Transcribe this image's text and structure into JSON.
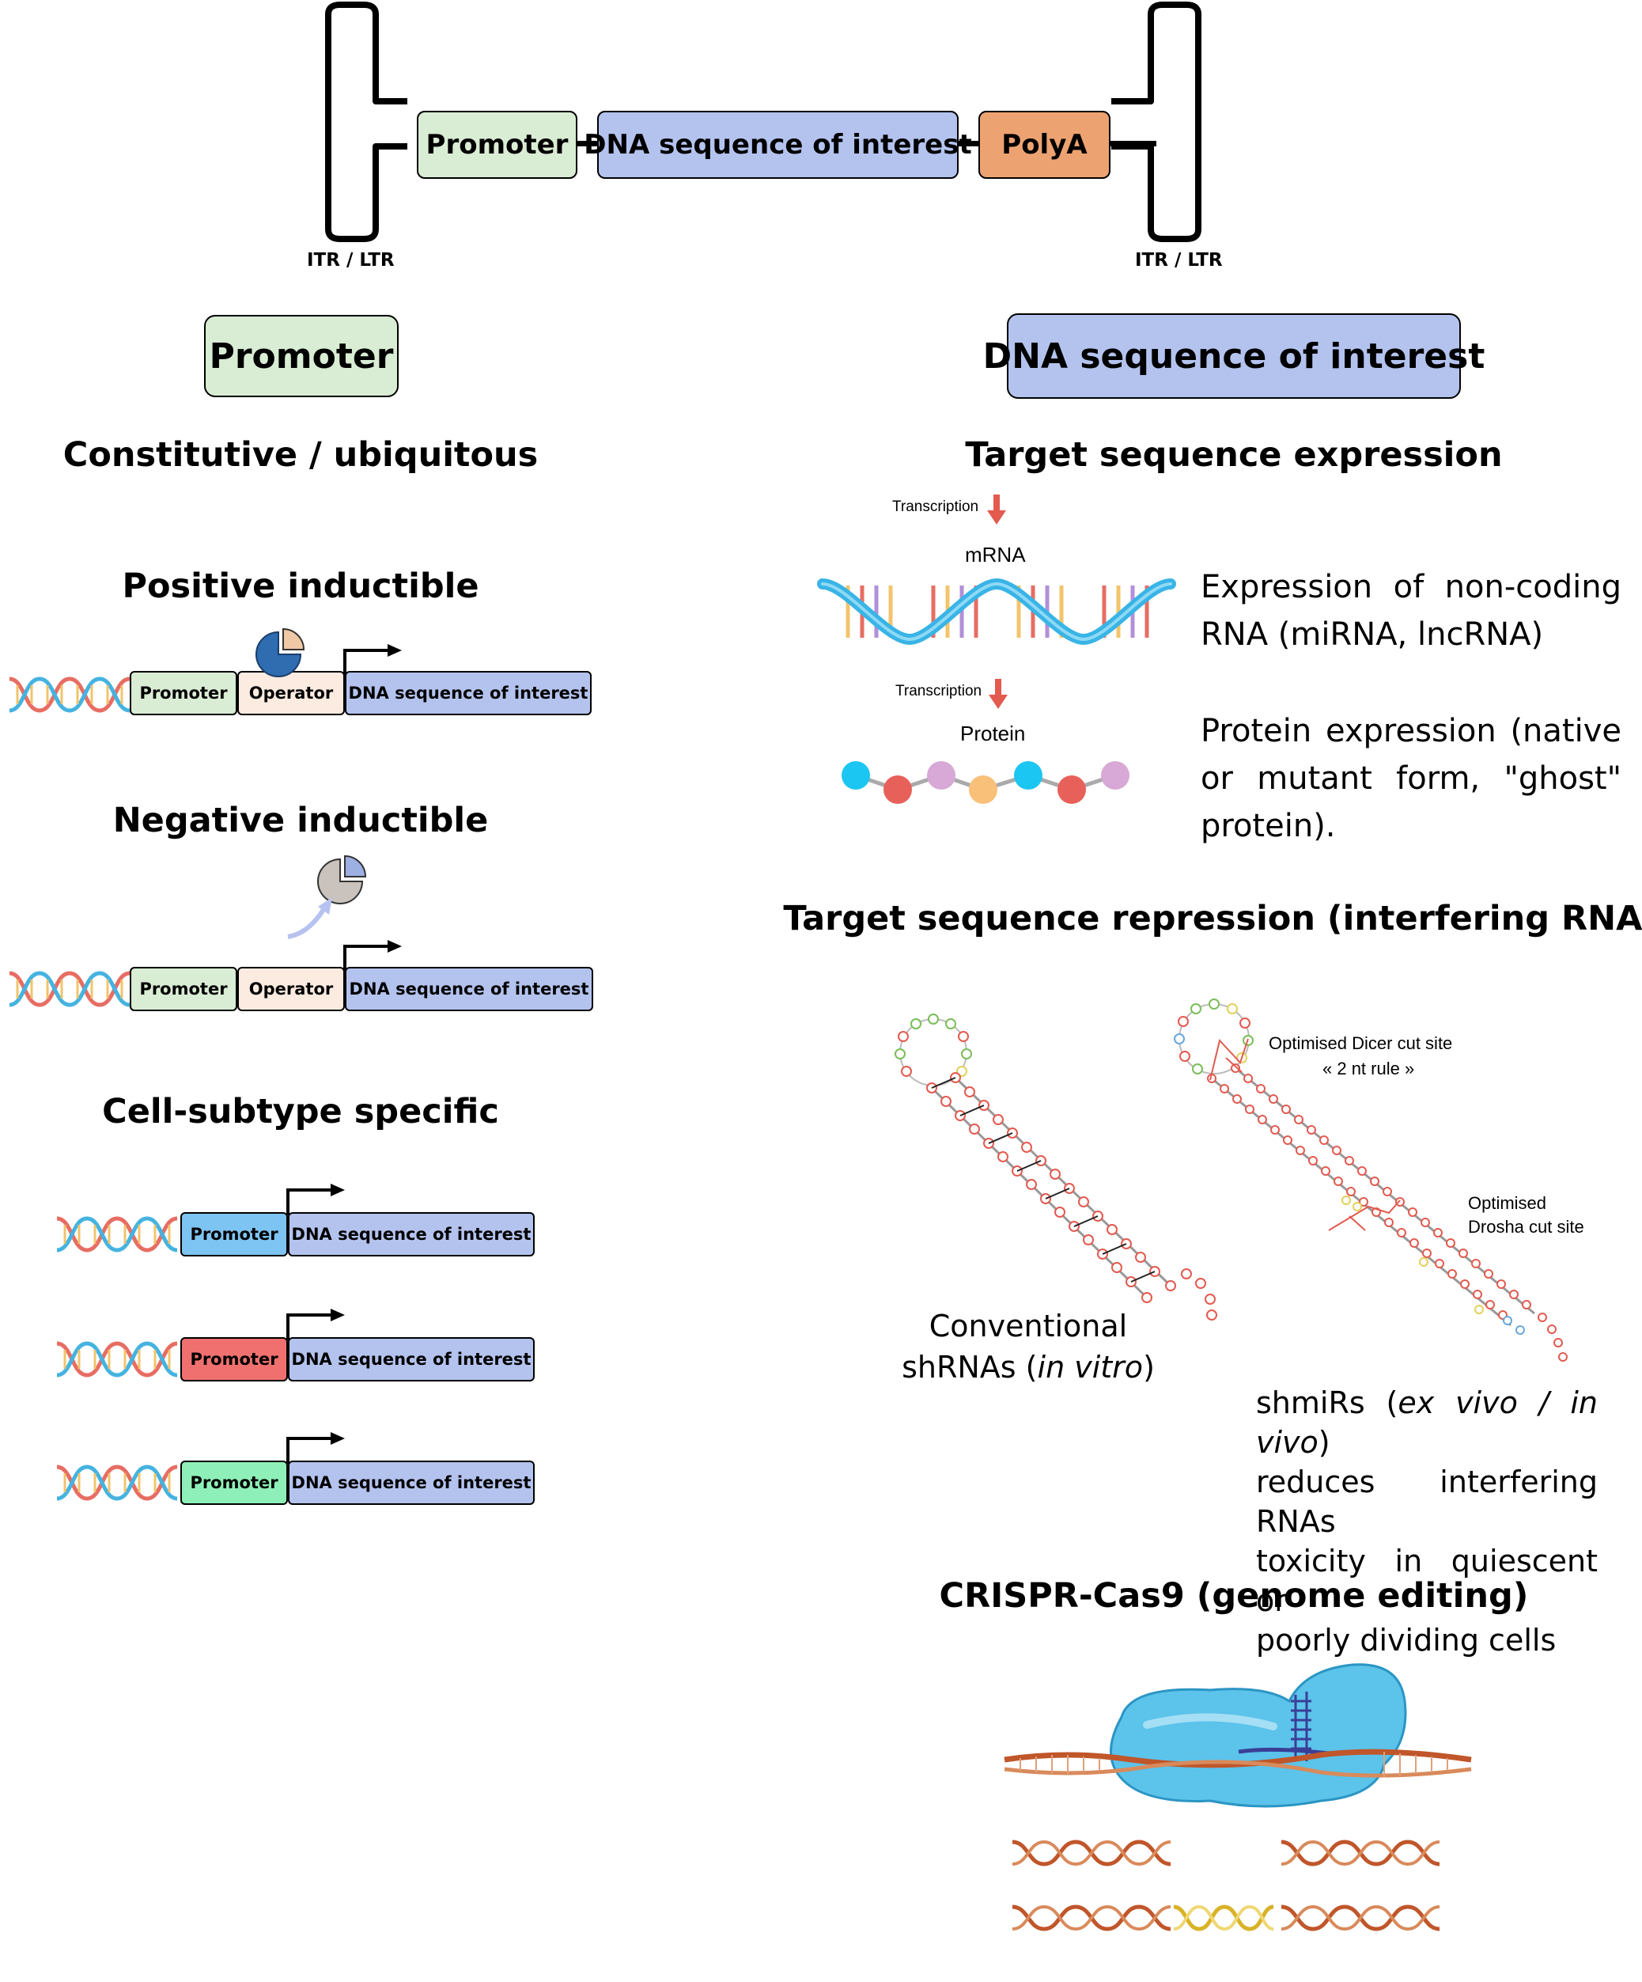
{
  "construct": {
    "promoter": "Promoter",
    "dna": "DNA sequence of interest",
    "polya": "PolyA",
    "itr_left": "ITR / LTR",
    "itr_right": "ITR / LTR"
  },
  "left": {
    "header": "Promoter",
    "constitutive": "Constitutive / ubiquitous",
    "positive": {
      "title": "Positive inductible",
      "promoter": "Promoter",
      "operator": "Operator",
      "dna": "DNA sequence of interest"
    },
    "negative": {
      "title": "Negative inductible",
      "promoter": "Promoter",
      "operator": "Operator",
      "dna": "DNA sequence of interest"
    },
    "subtype": {
      "title": "Cell-subtype specific",
      "rows": [
        {
          "promoter": "Promoter",
          "dna": "DNA sequence of interest",
          "color": "#7ec4f2"
        },
        {
          "promoter": "Promoter",
          "dna": "DNA sequence of interest",
          "color": "#f07070"
        },
        {
          "promoter": "Promoter",
          "dna": "DNA sequence of interest",
          "color": "#8ef0b8"
        }
      ]
    }
  },
  "right": {
    "header": "DNA sequence of interest",
    "expression_title": "Target sequence expression",
    "transcription1": "Transcription",
    "mrna": "mRNA",
    "transcription2": "Transcription",
    "protein": "Protein",
    "ncrna_text": {
      "line1": "Expression of non-coding",
      "line2": "RNA (miRNA, lncRNA)"
    },
    "protein_text": {
      "line1": "Protein expression (native",
      "line2": "or mutant form, \"ghost\"",
      "line3": "protein)."
    },
    "repression_title": "Target sequence repression (interfering RNAs)",
    "dicer": {
      "line1": "Optimised Dicer cut site",
      "line2": "« 2 nt rule »"
    },
    "drosha": {
      "line1": "Optimised",
      "line2": "Drosha cut site"
    },
    "shrna": {
      "line1": "Conventional",
      "line2_a": "shRNAs (",
      "line2_b": "in vitro",
      "line2_c": ")"
    },
    "shmir": {
      "a": "shmiRs (",
      "b": "ex vivo / in vivo",
      "c": ")",
      "line2": "reduces interfering RNAs",
      "line3": "toxicity  in quiescent or",
      "line4": "poorly dividing cells"
    },
    "crispr_title": "CRISPR-Cas9 (genome editing)"
  },
  "colors": {
    "promoter_green": "#d9ecd4",
    "dna_blue": "#b4c3ee",
    "polya_orange": "#eda371",
    "operator_beige": "#fcebe0",
    "arrow_red": "#e35a4f",
    "helix_blue": "#39b4e6"
  }
}
